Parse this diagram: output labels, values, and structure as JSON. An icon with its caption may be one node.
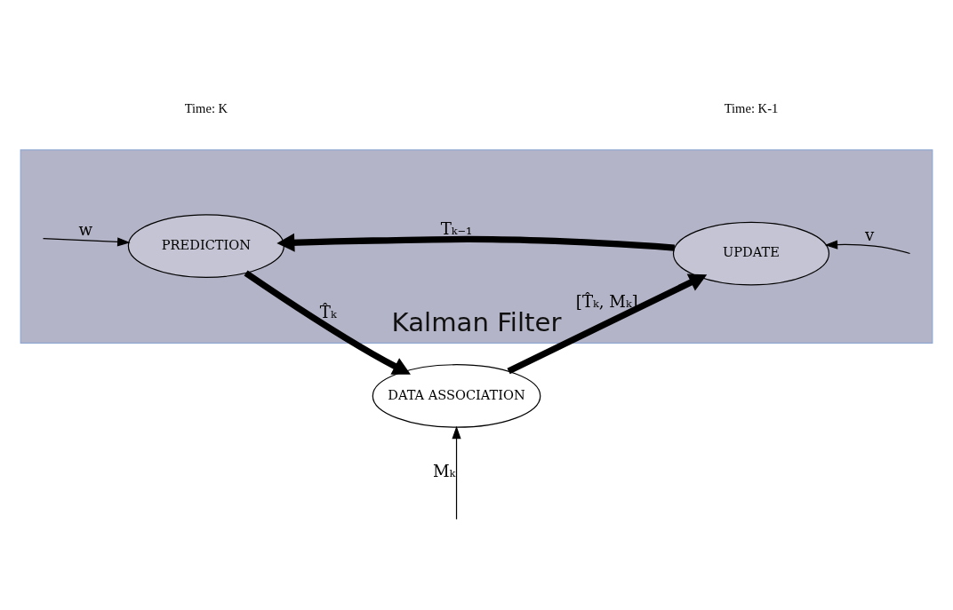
{
  "diagram": {
    "nodes": [
      {
        "text": [
          "Kalman Filter"
        ]
      },
      {
        "text": [
          "PREDICTION"
        ],
        "in": 0
      },
      {
        "text": [
          "UPDATE"
        ],
        "in": 0
      },
      {
        "text": [
          "DATA ASSOCIATION"
        ]
      }
    ],
    "edges": [
      {
        "from": null,
        "to": 1,
        "arrow": "to",
        "label": "w"
      },
      {
        "from": null,
        "to": 2,
        "arrow": "to",
        "label": "v"
      },
      {
        "from": 2,
        "to": 1,
        "arrow": "to",
        "label": "Tₖ₋₁",
        "style": "thick"
      },
      {
        "from": 1,
        "to": 3,
        "arrow": "to",
        "label": "T̂ₖ",
        "style": "thick"
      },
      {
        "from": 3,
        "to": 2,
        "arrow": "to",
        "label": "[T̂ₖ, Mₖ]",
        "style": "thick"
      },
      {
        "from": null,
        "to": 3,
        "arrow": "to",
        "label": "Mₖ"
      }
    ],
    "labels": [
      "Time: K",
      "Time: K-1"
    ]
  }
}
